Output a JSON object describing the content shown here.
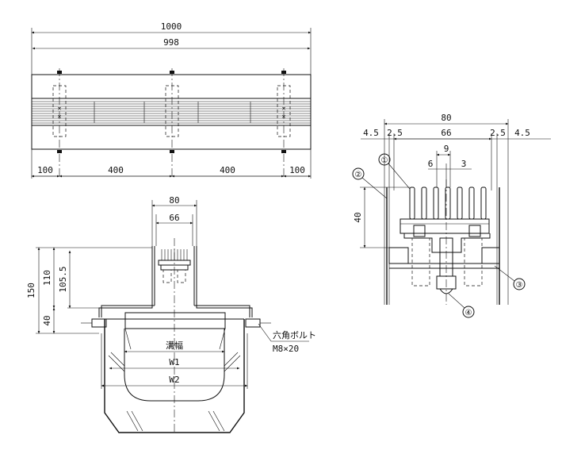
{
  "top_view": {
    "overall_length": "1000",
    "inner_length": "998",
    "segment_end_left": "100",
    "segment_mid_left": "400",
    "segment_mid_right": "400",
    "segment_end_right": "100"
  },
  "section_view": {
    "width_outer": "80",
    "width_inner": "66",
    "height_total": "150",
    "height_upper": "110",
    "height_inner": "105.5",
    "height_lower": "40",
    "bolt_label": "六角ボルト",
    "bolt_size": "M8×20",
    "groove_width_label": "溝幅",
    "w1_label": "W1",
    "w2_label": "W2"
  },
  "detail_view": {
    "width_total": "80",
    "margin_left": "4.5",
    "gap_left": "2.5",
    "inner_width": "66",
    "gap_right": "2.5",
    "margin_right": "4.5",
    "pitch": "9",
    "bar_offset": "6",
    "bar_width": "3",
    "height": "40",
    "callout_1": "①",
    "callout_2": "②",
    "callout_3": "③",
    "callout_4": "④"
  }
}
